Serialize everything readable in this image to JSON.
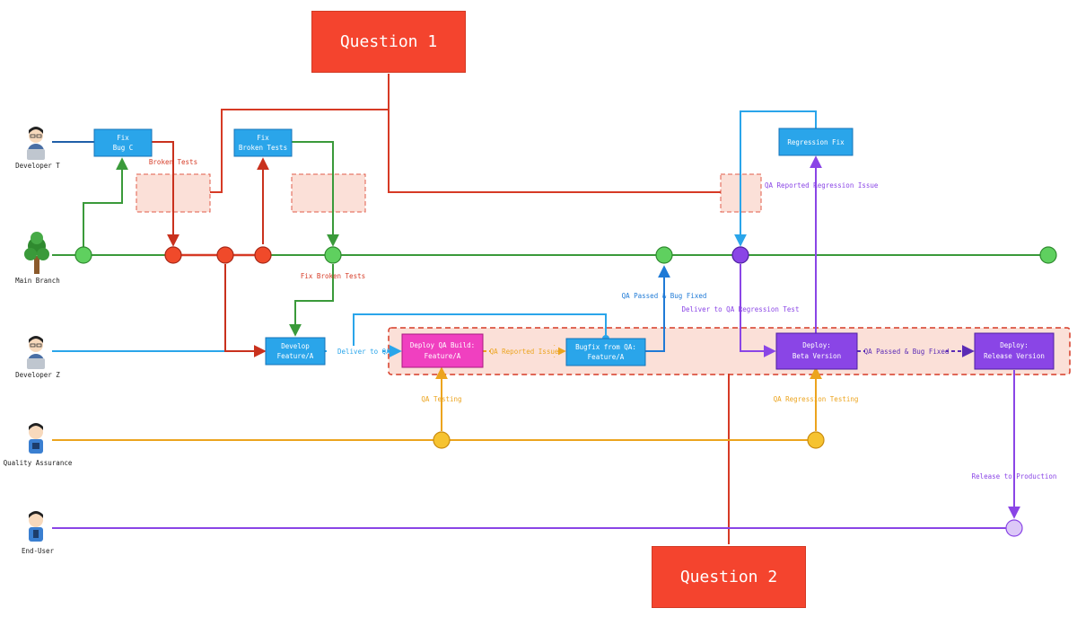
{
  "questions": {
    "q1": "Question 1",
    "q2": "Question 2"
  },
  "actors": {
    "developer_t": "Developer T",
    "main_branch": "Main Branch",
    "developer_z": "Developer Z",
    "qa": "Quality Assurance",
    "end_user": "End-User"
  },
  "boxes": {
    "fix_bug_c": [
      "Fix",
      "Bug C"
    ],
    "fix_broken_tests": [
      "Fix",
      "Broken Tests"
    ],
    "regression_fix": [
      "Regression Fix"
    ],
    "develop_feature": [
      "Develop",
      "Feature/A"
    ],
    "deploy_qa_build": [
      "Deploy QA Build:",
      "Feature/A"
    ],
    "bugfix_from_qa": [
      "Bugfix from QA:",
      "Feature/A"
    ],
    "deploy_beta": [
      "Deploy:",
      "Beta Version"
    ],
    "deploy_release": [
      "Deploy:",
      "Release Version"
    ]
  },
  "labels": {
    "broken_tests": "Broken Tests",
    "fix_broken_tests": "Fix Broken Tests",
    "qa_reported_regression": "QA Reported Regression Issue",
    "qa_passed_bug_fixed_1": "QA Passed & Bug Fixed",
    "deliver_regression": "Deliver to QA Regression Test",
    "deliver_to_qa": "Deliver to QA",
    "qa_reported_issue": "QA Reported Issue",
    "qa_passed_bug_fixed_2": "QA Passed & Bug Fixed",
    "qa_testing": "QA Testing",
    "qa_regression_testing": "QA Regression Testing",
    "release_to_production": "Release to Production"
  },
  "colors": {
    "green": "#3a9a3a",
    "red": "#d63a25",
    "blue": "#2aa5ea",
    "orange": "#eca41e",
    "purple": "#8a45e6",
    "magenta": "#f040c0",
    "question": "#f4442e",
    "highlight": "#fbe0d8"
  }
}
